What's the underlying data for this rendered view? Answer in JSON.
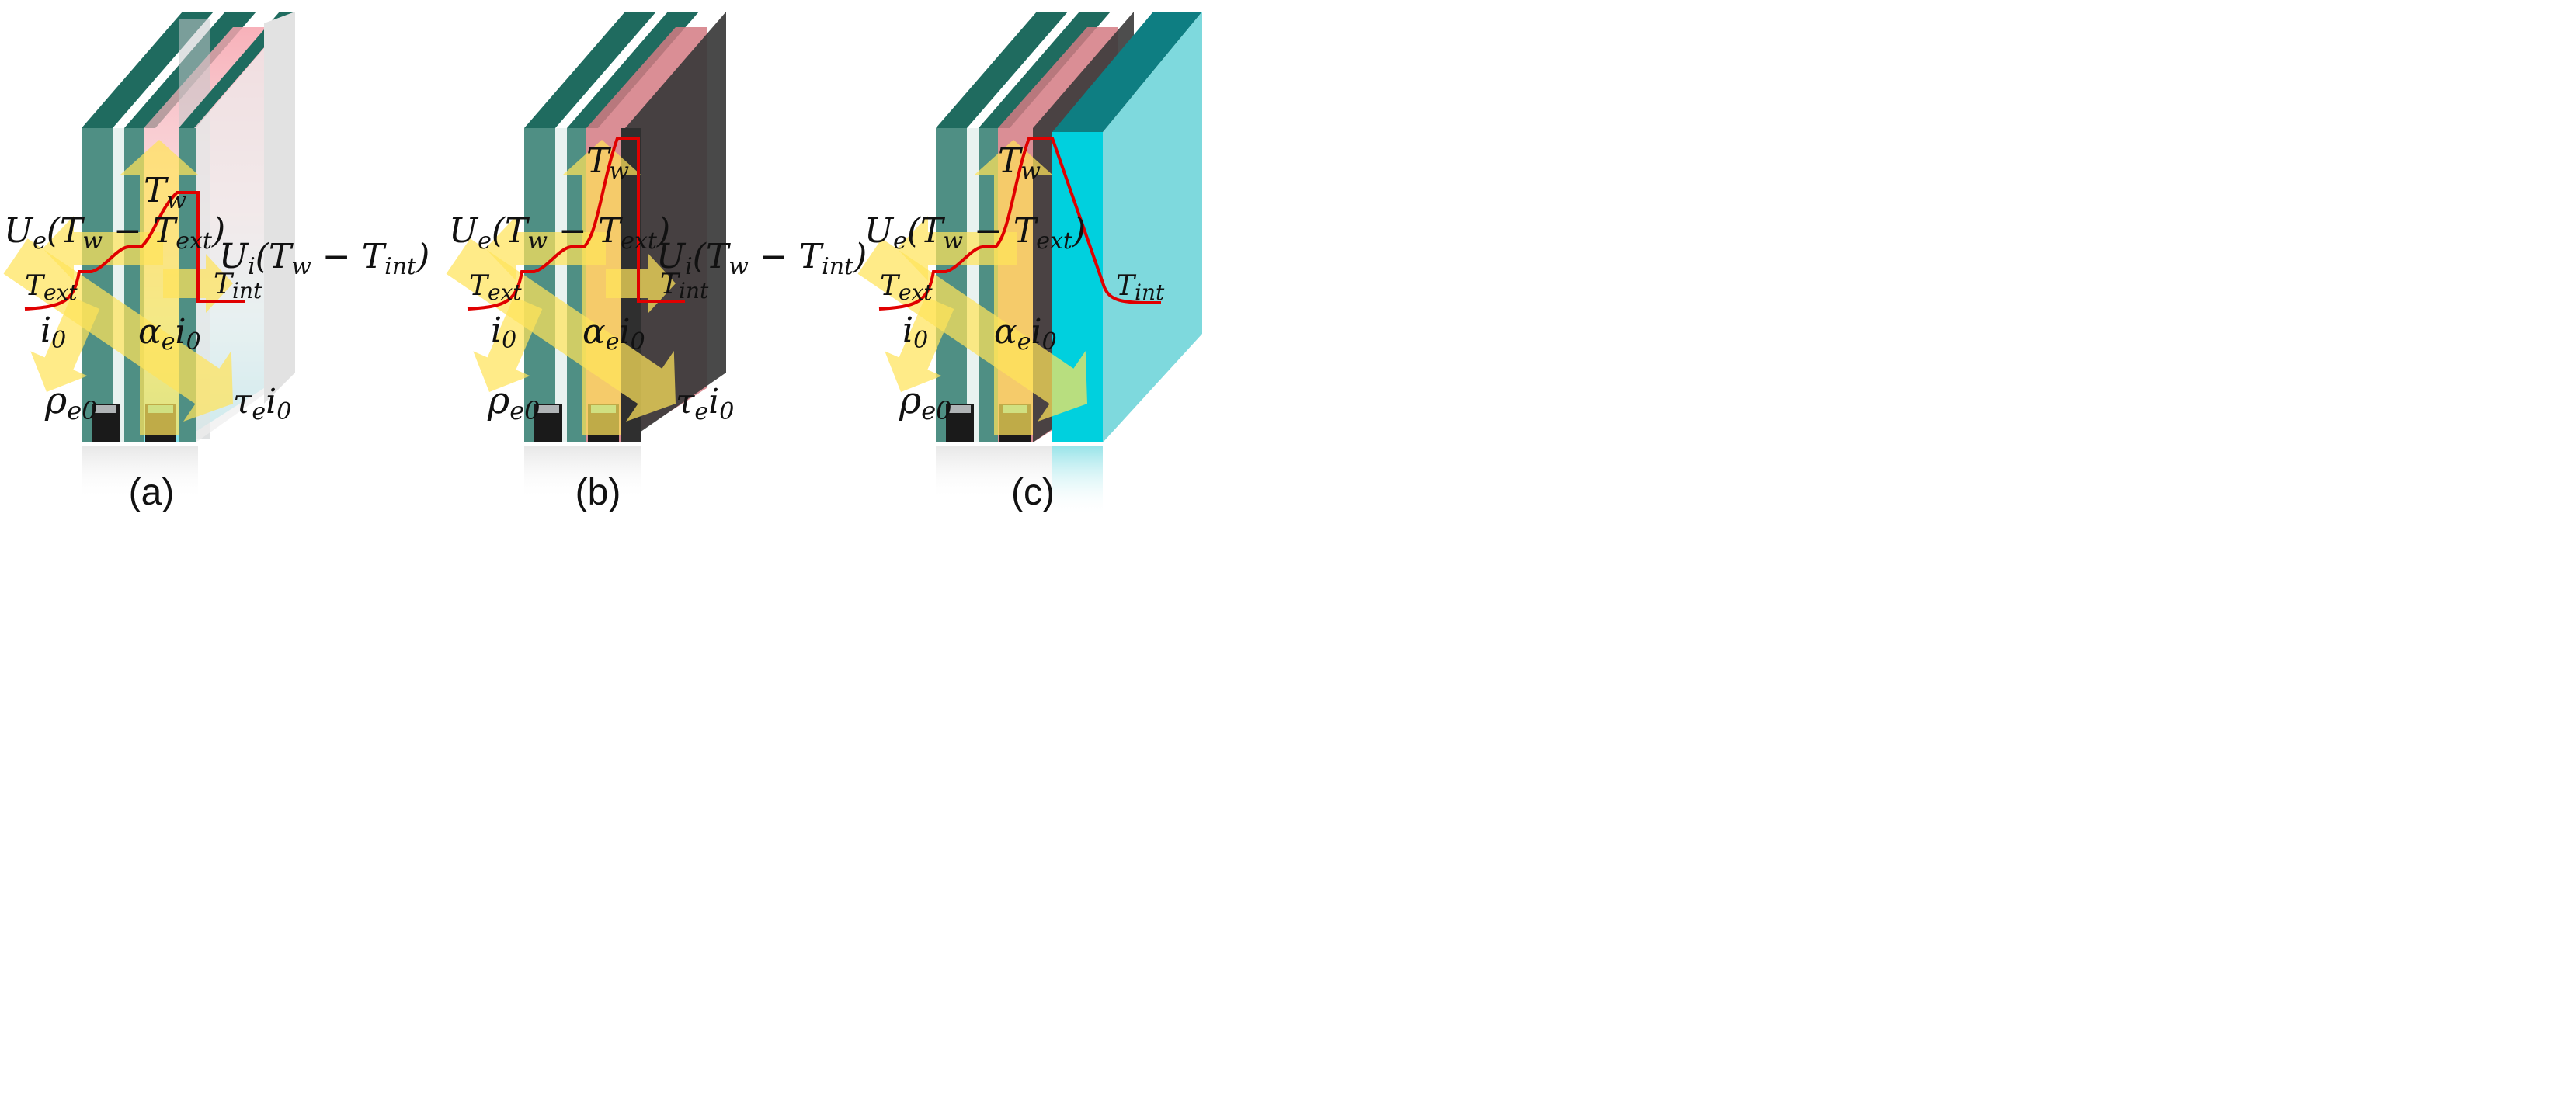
{
  "colors": {
    "glass_edge": "#1f6b5f",
    "glass_face": "#cfe6e2",
    "spacer": "#a9adb0",
    "pink_gas": "#f4a9b0",
    "cyan_fluid": "#57d7e6",
    "dark_pane": "#3d3d3d",
    "teal_block_top": "#0e7e82",
    "teal_block_front": "#00d0de",
    "teal_block_side": "#7ed9dd",
    "arrow_yellow": "#ffe35a",
    "temperature_line": "#e00000"
  },
  "panels": [
    {
      "caption": "(a)",
      "variant": "clear",
      "labels": {
        "Ue": "U",
        "Ue_sub": "e",
        "Ue_expr": "(T",
        "Ue_w": "w",
        "Ue_minus": " − T",
        "Ue_ext": "ext",
        "Ue_close": ")",
        "Ui": "U",
        "Ui_sub": "i",
        "Ui_expr": "(T",
        "Ui_w": "w",
        "Ui_minus": " − T",
        "Ui_int": "int",
        "Ui_close": ")",
        "Tw": "T",
        "Tw_sub": "w",
        "Text": "T",
        "Text_sub": "ext",
        "Tint": "T",
        "Tint_sub": "int",
        "i0": "i",
        "i0_sub": "0",
        "alpha": "α",
        "alpha_sub": "e",
        "alpha_i": "i",
        "alpha_0": "0",
        "rho": "ρ",
        "rho_sub": "e0",
        "tau": "τ",
        "tau_sub": "e",
        "tau_i": "i",
        "tau_0": "0"
      }
    },
    {
      "caption": "(b)",
      "variant": "dark",
      "labels": {
        "Ue": "U",
        "Ue_sub": "e",
        "Ue_expr": "(T",
        "Ue_w": "w",
        "Ue_minus": " − T",
        "Ue_ext": "ext",
        "Ue_close": ")",
        "Ui": "U",
        "Ui_sub": "i",
        "Ui_expr": "(T",
        "Ui_w": "w",
        "Ui_minus": " − T",
        "Ui_int": "int",
        "Ui_close": ")",
        "Tw": "T",
        "Tw_sub": "w",
        "Text": "T",
        "Text_sub": "ext",
        "Tint": "T",
        "Tint_sub": "int",
        "i0": "i",
        "i0_sub": "0",
        "alpha": "α",
        "alpha_sub": "e",
        "alpha_i": "i",
        "alpha_0": "0",
        "rho": "ρ",
        "rho_sub": "e0",
        "tau": "τ",
        "tau_sub": "e",
        "tau_i": "i",
        "tau_0": "0"
      }
    },
    {
      "caption": "(c)",
      "variant": "insulated",
      "labels": {
        "Ue": "U",
        "Ue_sub": "e",
        "Ue_expr": "(T",
        "Ue_w": "w",
        "Ue_minus": " − T",
        "Ue_ext": "ext",
        "Ue_close": ")",
        "Tw": "T",
        "Tw_sub": "w",
        "Text": "T",
        "Text_sub": "ext",
        "Tint": "T",
        "Tint_sub": "int",
        "i0": "i",
        "i0_sub": "0",
        "alpha": "α",
        "alpha_sub": "e",
        "alpha_i": "i",
        "alpha_0": "0",
        "rho": "ρ",
        "rho_sub": "e0"
      }
    }
  ]
}
